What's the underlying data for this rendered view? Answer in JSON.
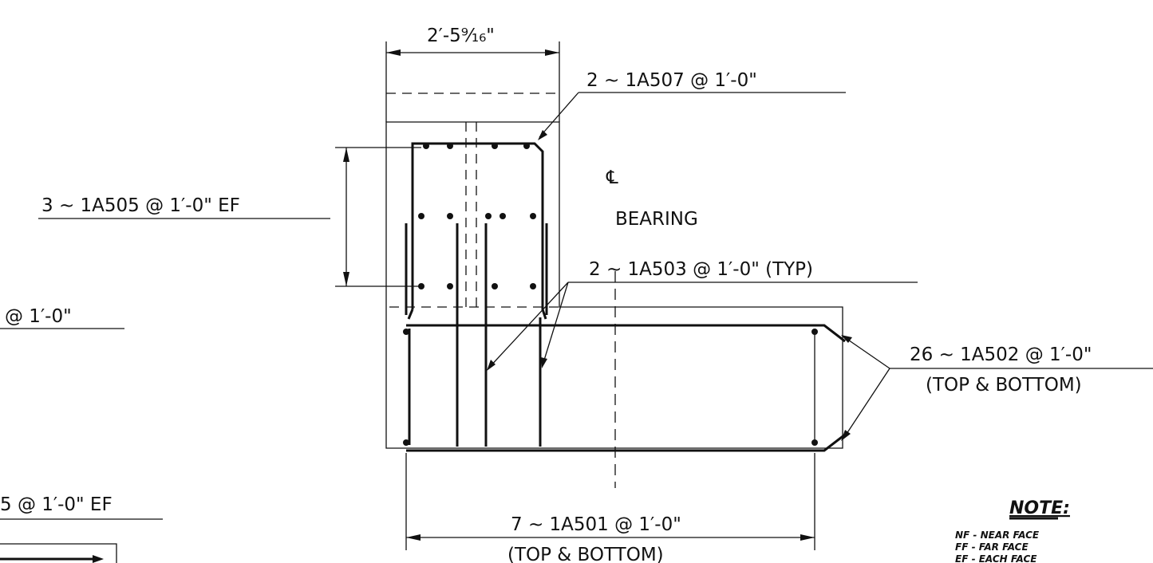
{
  "labels": {
    "top_dim": "2′-5⁹⁄₁₆\"",
    "bar_1a507": "2 ~ 1A507 @ 1′-0\"",
    "bar_1a505": "3 ~ 1A505 @ 1′-0\" EF",
    "left_partial_1": "@ 1′-0\"",
    "cl_symbol": "℄",
    "bearing": "BEARING",
    "bar_1a503": "2 ~ 1A503 @ 1′-0\" (TYP)",
    "bar_1a502": "26 ~ 1A502 @ 1′-0\"",
    "bar_1a502_note": "(TOP & BOTTOM)",
    "left_partial_2": "5 @ 1′-0\" EF",
    "bar_1a501": "7 ~ 1A501 @ 1′-0\"",
    "bar_1a501_note": "(TOP & BOTTOM)"
  },
  "note": {
    "title": "NOTE:",
    "lines": [
      "NF - NEAR FACE",
      "FF - FAR FACE",
      "EF - EACH FACE"
    ]
  }
}
